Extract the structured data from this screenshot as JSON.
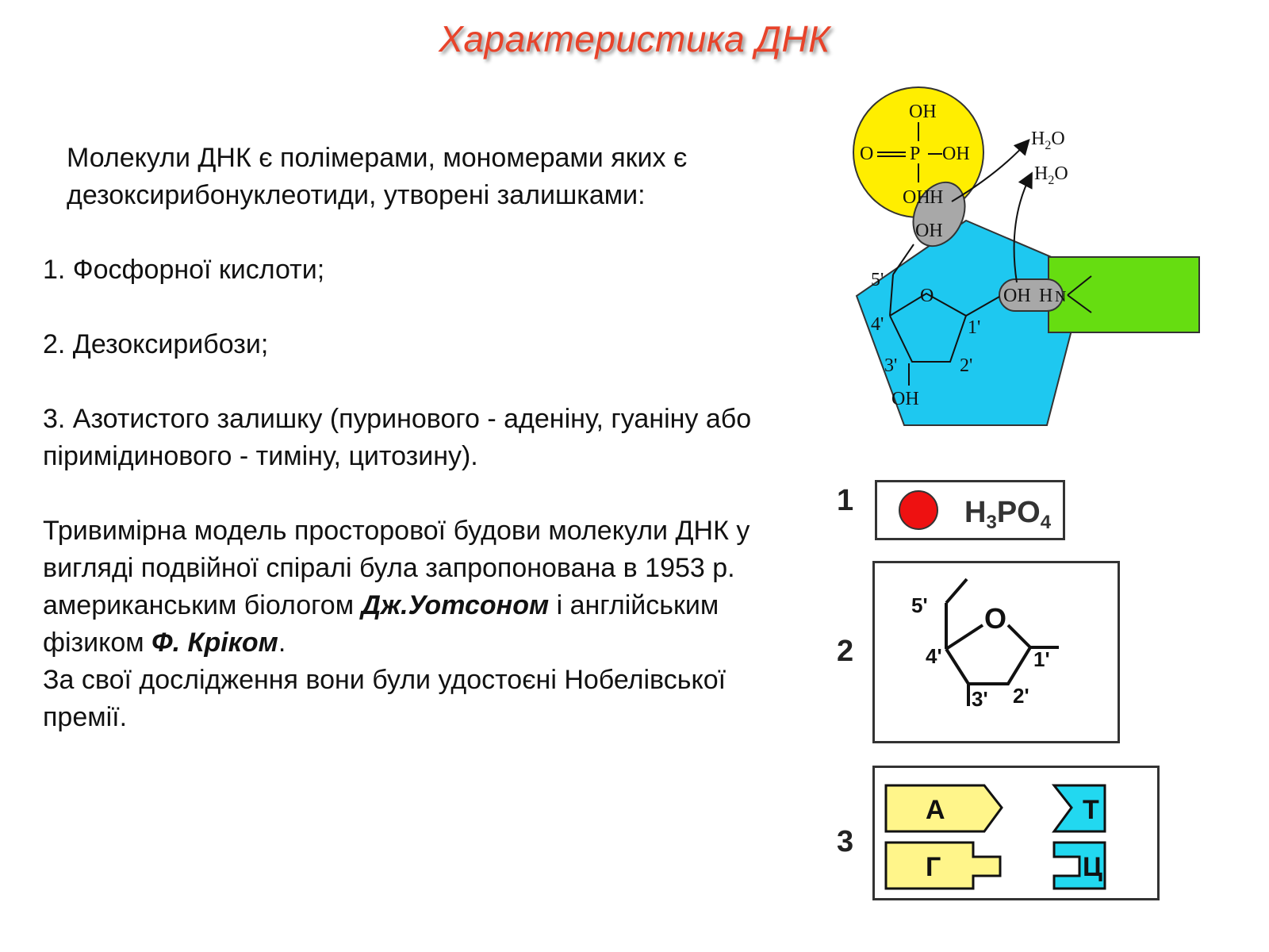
{
  "title": "Характеристика ДНК",
  "paragraph_intro": "Молекули ДНК є полімерами, мономерами яких є дезоксирибонуклеотиди, утворені залишками:",
  "items": [
    "1. Фосфорної кислоти;",
    "2. Дезоксирибози;",
    "3. Азотистого залишку (пуринового - аденіну, гуаніну або піримідинового - тиміну, цитозину)."
  ],
  "history": {
    "part1": "Тривимірна модель просторової будови молекули ДНК у вигляді подвійної спіралі була запропонована в 1953 р. американським біологом ",
    "watson": "Дж.Уотсоном",
    "part2": " і англійським фізиком ",
    "crick": "Ф. Кріком",
    "part3": ".",
    "part4": "За свої дослідження вони були удостоєні Нобелівської премії."
  },
  "molecule": {
    "oh_top": "OH",
    "o_double": "O",
    "p": "P",
    "oh_right": "OH",
    "oh_bottom": "OH",
    "h_gray": "H",
    "oh_gray": "OH",
    "water1": "H2O",
    "water2": "H2O",
    "c5": "5'",
    "c4": "4'",
    "c3": "3'",
    "c2": "2'",
    "c1": "1'",
    "ring_o": "O",
    "oh_3": "OH",
    "oh_base": "OH",
    "h_base": "H",
    "n_base": "N"
  },
  "legend": {
    "num1": "1",
    "num2": "2",
    "num3": "3",
    "phosphate_formula": "H3PO4",
    "sugar_o": "O",
    "sugar_5": "5'",
    "sugar_4": "4'",
    "sugar_3": "3'",
    "sugar_2": "2'",
    "sugar_1": "1'",
    "base_a": "А",
    "base_g": "Г",
    "base_t": "Т",
    "base_c": "Ц"
  },
  "colors": {
    "title": "#e8432a",
    "phosphate": "#ffee00",
    "sugar": "#1ec8f0",
    "base": "#66dd11",
    "gray": "#a8a8a8",
    "legend_red": "#ee1111",
    "purine": "#fff58a",
    "pyrimidine": "#22d8f0"
  }
}
